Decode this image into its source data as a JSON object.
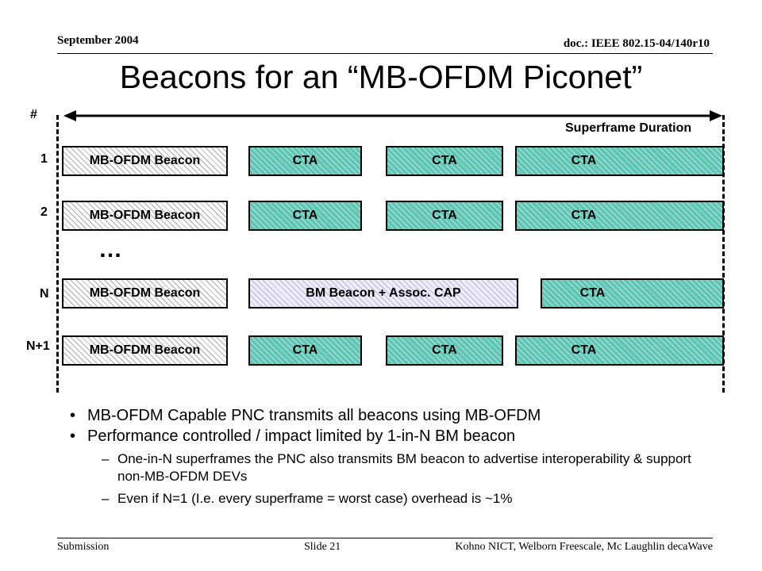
{
  "header": {
    "date": "September 2004",
    "doc": "doc.: IEEE 802.15-04/140r10"
  },
  "title": "Beacons for an “MB-OFDM Piconet”",
  "diagram": {
    "hash_label": "#",
    "arrow_label": "Superframe Duration",
    "ellipsis": "…",
    "rows": [
      {
        "label": "1",
        "blocks": [
          "MB-OFDM Beacon",
          "CTA",
          "CTA",
          "CTA"
        ]
      },
      {
        "label": "2",
        "blocks": [
          "MB-OFDM Beacon",
          "CTA",
          "CTA",
          "CTA"
        ]
      },
      {
        "label": "N",
        "blocks": [
          "MB-OFDM Beacon",
          "BM Beacon + Assoc. CAP",
          "CTA"
        ]
      },
      {
        "label": "N+1",
        "blocks": [
          "MB-OFDM Beacon",
          "CTA",
          "CTA",
          "CTA"
        ]
      }
    ],
    "colors": {
      "cta": "#5fc6b6",
      "bm": "#eeeefb",
      "beacon_hatch": "#aaaaaa"
    }
  },
  "bullets": [
    {
      "text": "MB-OFDM Capable PNC transmits all beacons using MB-OFDM"
    },
    {
      "text": "Performance controlled / impact limited by 1-in-N BM beacon"
    }
  ],
  "sub_bullets": [
    "One-in-N superframes the PNC also transmits BM beacon to advertise interoperability & support non-MB-OFDM DEVs",
    "Even if N=1 (I.e. every superframe = worst case) overhead is ~1%"
  ],
  "bullet_glyph": "•",
  "dash_glyph": "–",
  "footer": {
    "left": "Submission",
    "center": "Slide 21",
    "right": "Kohno NICT, Welborn Freescale, Mc Laughlin decaWave"
  }
}
